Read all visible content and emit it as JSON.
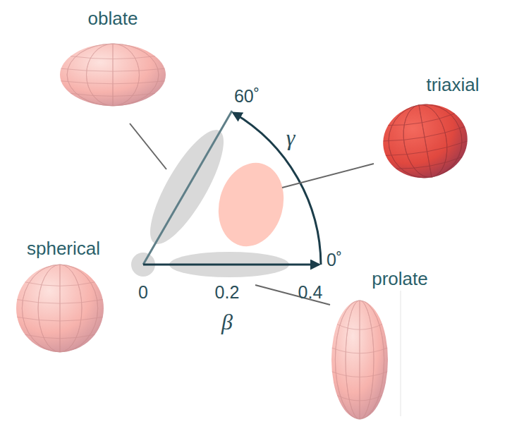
{
  "diagram": {
    "labels": [
      "oblate",
      "60˚",
      "triaxial",
      "γ",
      "spherical",
      "0˚",
      "0",
      "0.2",
      "0.4",
      "prolate",
      "β"
    ]
  }
}
